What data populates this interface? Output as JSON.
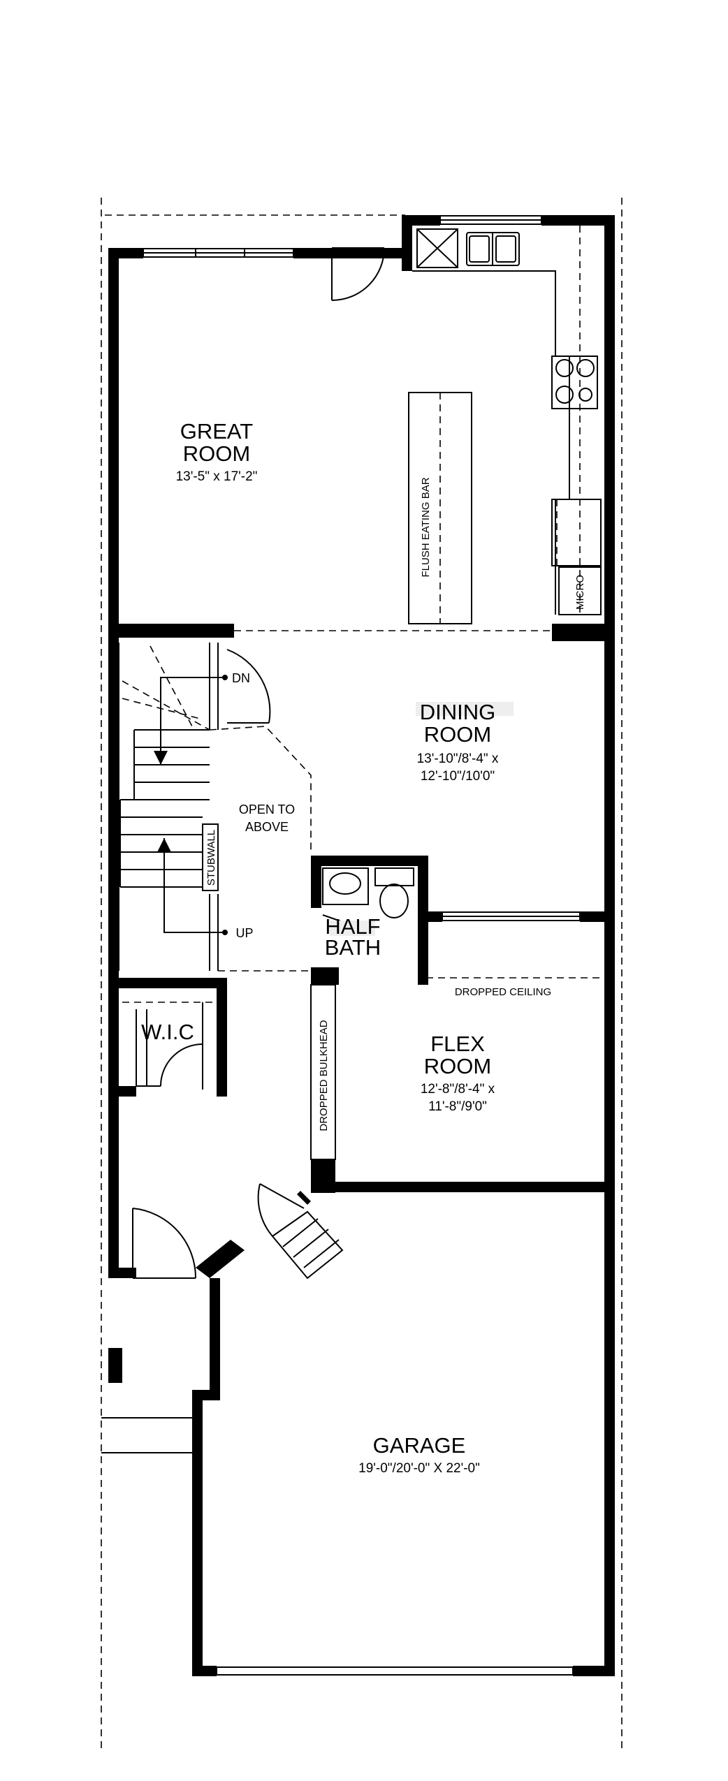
{
  "rooms": {
    "great_room": {
      "name_line1": "GREAT",
      "name_line2": "ROOM",
      "dims": "13'-5\" x 17'-2\""
    },
    "dining_room": {
      "name_line1": "DINING",
      "name_line2": "ROOM",
      "dims_line1": "13'-10\"/8'-4\" x",
      "dims_line2": "12'-10\"/10'0\""
    },
    "flex_room": {
      "name_line1": "FLEX",
      "name_line2": "ROOM",
      "dims_line1": "12'-8\"/8'-4\" x",
      "dims_line2": "11'-8\"/9'0\""
    },
    "garage": {
      "name": "GARAGE",
      "dims": "19'-0\"/20'-0\" X 22'-0\""
    },
    "wic": {
      "name": "W.I.C"
    },
    "half_bath": {
      "name_line1": "HALF",
      "name_line2": "BATH"
    }
  },
  "annotations": {
    "flush_eating_bar": "FLUSH EATING BAR",
    "micro": "MICRO",
    "dn": "DN",
    "up": "UP",
    "open_to_above_line1": "OPEN TO",
    "open_to_above_line2": "ABOVE",
    "stubwall": "STUBWALL",
    "dropped_ceiling": "DROPPED CEILING",
    "dropped_bulkhead": "DROPPED BULKHEAD"
  }
}
